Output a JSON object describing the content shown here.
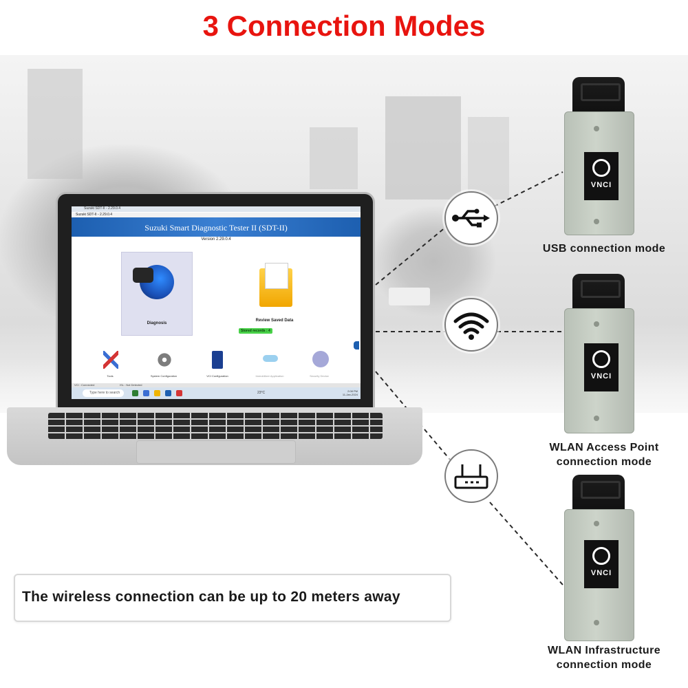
{
  "title": "3 Connection Modes",
  "laptop_app": {
    "window_title": "Suzuki SDT-II - 2.29.0.4",
    "tab_label": "Suzuki SDT-II - 2.29.0.4",
    "header_title": "Suzuki Smart Diagnostic Tester II (SDT-II)",
    "version": "Version 2.29.0.4",
    "tiles": {
      "diagnosis": "Diagnosis",
      "review_saved_data": "Review Saved Data",
      "stored_records": "Stored records : 4"
    },
    "tools": [
      {
        "label": "Tools",
        "icon": "tools-icon"
      },
      {
        "label": "System Configuration",
        "icon": "gears-icon"
      },
      {
        "label": "VCI Configuration",
        "icon": "vci-icon"
      },
      {
        "label": "Immobilizer Application",
        "icon": "key-icon"
      },
      {
        "label": "Security Device",
        "icon": "lock-icon"
      }
    ],
    "status_left": "VCI : Connected",
    "status_mid": "ISL : Not Detected",
    "taskbar": {
      "search_placeholder": "Type here to search",
      "weather": "23°C",
      "time": "2:08 PM",
      "date": "11-Jan-2024"
    }
  },
  "modes": [
    {
      "label": "USB connection mode",
      "icon": "usb-icon"
    },
    {
      "label": "WLAN Access Point connection mode",
      "icon": "wifi-icon"
    },
    {
      "label": "WLAN Infrastructure connection mode",
      "icon": "router-icon"
    }
  ],
  "device_brand": "VNCI",
  "range_note": "The wireless connection can be up to 20 meters away",
  "colors": {
    "title": "#e8140f",
    "app_header": "#1d5fb0",
    "device_body": "#c5ccc2",
    "stored_badge": "#48d148"
  }
}
